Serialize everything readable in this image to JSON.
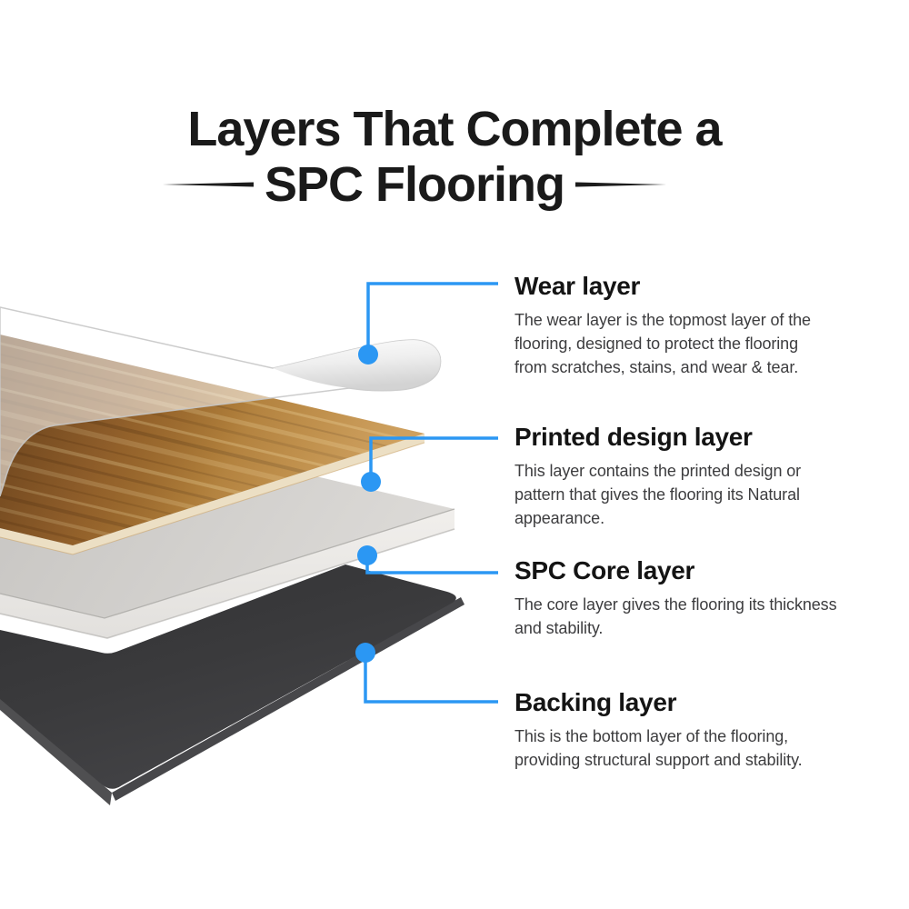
{
  "title": {
    "line1": "Layers That Complete a",
    "line2": "SPC Flooring"
  },
  "sections": [
    {
      "heading": "Wear layer",
      "body": "The wear layer is the topmost layer of the\nflooring, designed to protect the flooring\nfrom scratches, stains, and wear & tear."
    },
    {
      "heading": "Printed design layer",
      "body": "This layer contains the printed design or\npattern that gives the flooring its Natural\nappearance."
    },
    {
      "heading": "SPC Core layer",
      "body": "The core layer gives the flooring its thickness\nand stability."
    },
    {
      "heading": "Backing layer",
      "body": "This is the bottom layer of the flooring,\nproviding structural support and stability."
    }
  ],
  "diagram": {
    "layer_names": [
      "Wear layer",
      "Printed design layer",
      "SPC Core layer",
      "Backing layer"
    ]
  },
  "colors": {
    "accent": "#2B97F3",
    "title_text": "#1a1a1a",
    "heading_text": "#141414",
    "body_text": "#3d3d3f",
    "wood": "#9c6a33",
    "core_gray": "#d2d0cd",
    "backing_dark": "#3b3b3d",
    "film_white": "#f1f1f1"
  }
}
